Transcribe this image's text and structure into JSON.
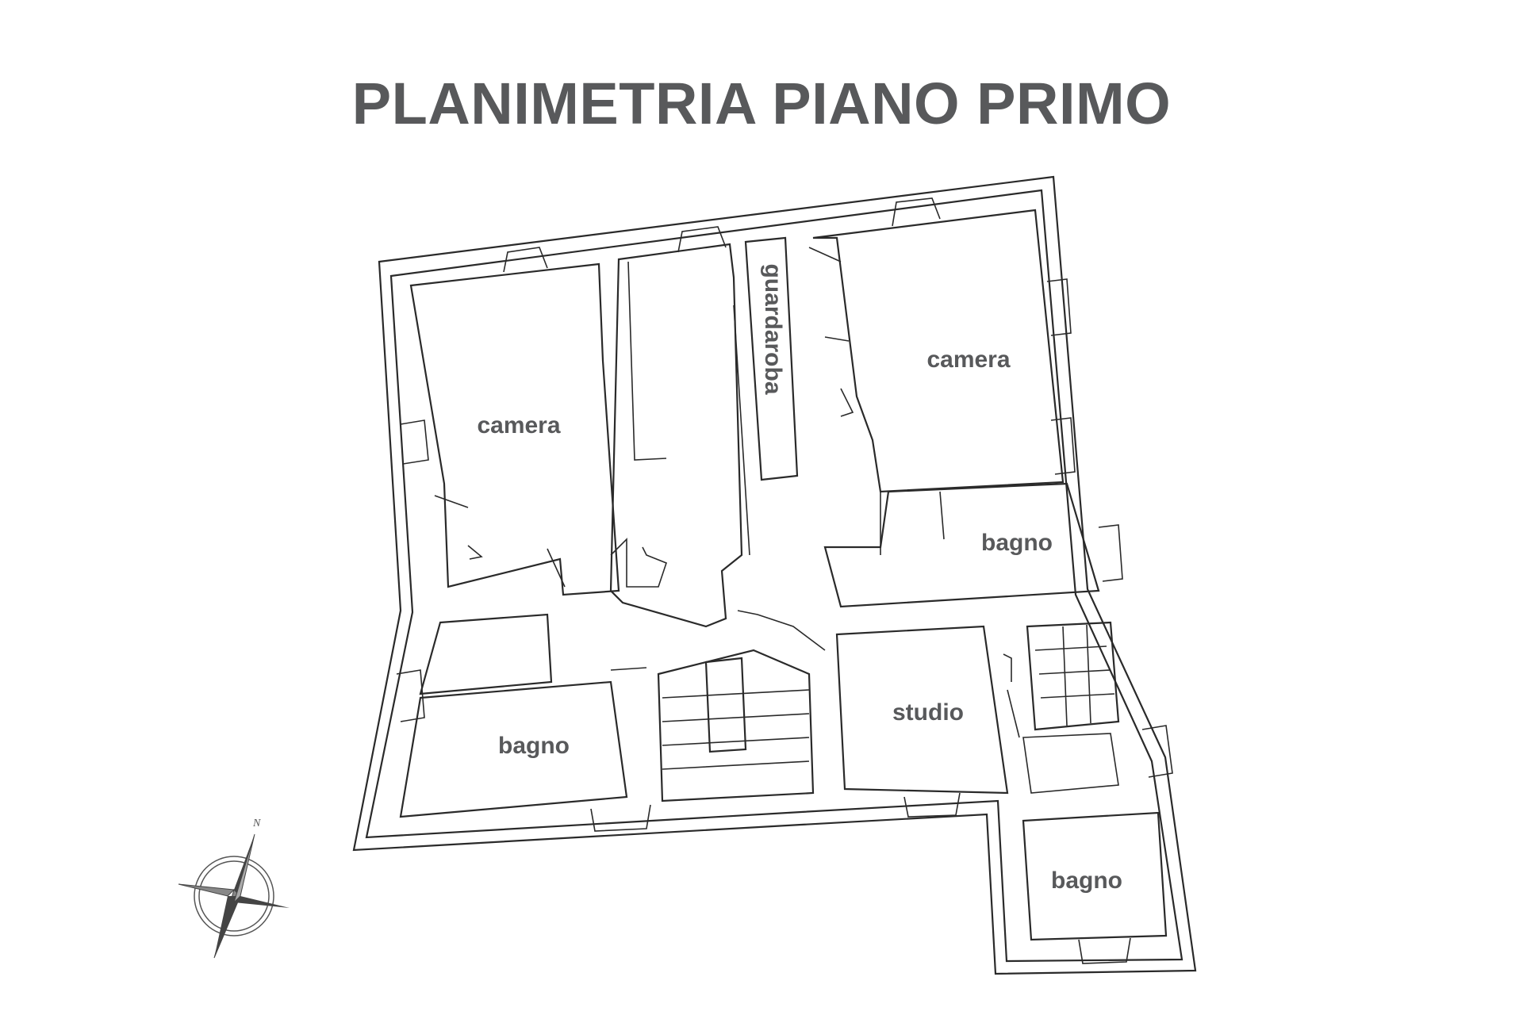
{
  "title": "PLANIMETRIA PIANO PRIMO",
  "rooms": {
    "camera_left": "camera",
    "guardaroba": "guardaroba",
    "camera_right": "camera",
    "bagno_right": "bagno",
    "studio": "studio",
    "bagno_left": "bagno",
    "bagno_annex": "bagno"
  },
  "compass": {
    "north_label": "N",
    "icon": "compass-rose-icon"
  },
  "colors": {
    "text": "#58595b",
    "lines": "#2a2a2a"
  }
}
